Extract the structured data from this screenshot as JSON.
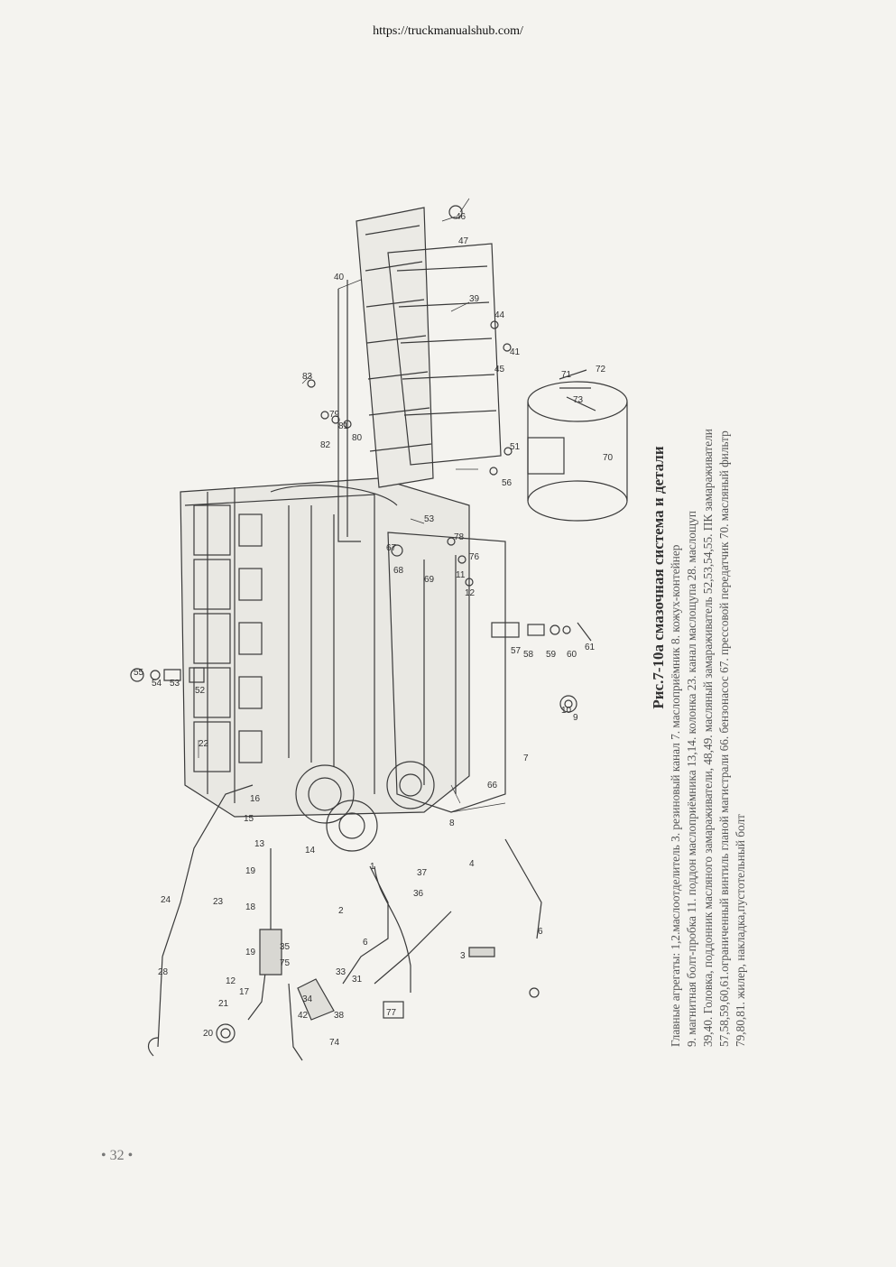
{
  "header": {
    "url": "https://truckmanualshub.com/"
  },
  "figure": {
    "title": "Рис.7-10а    смазочная система и детали",
    "caption_lines": [
      "Главные агрегаты: 1,2.маслоотделитель   3. резиновый канал   7. маслоприёмник   8. кожух-контейнер",
      "9. магнитная болт-пробка   11. поддон маслоприёмника   13,14. колонка   23. канал маслощупа   28. маслощуп",
      "39,40. Головка, поддонник масляного замараживатели,   48,49. масляный замараживатель   52,53,54,55. ПК замараживатели",
      "57,58,59,60,61.ограниченный винтиль гланой магистрали   66. бензонасос   67. прессовой передатчик   70. масляный фильтр",
      "79,80,81. жилер, накладка,пустотельный болт"
    ],
    "part_labels": [
      "1",
      "2",
      "3",
      "4",
      "6",
      "6",
      "7",
      "8",
      "9",
      "10",
      "11",
      "12",
      "12",
      "13",
      "14",
      "15",
      "16",
      "17",
      "18",
      "19",
      "19",
      "20",
      "21",
      "22",
      "23",
      "24",
      "28",
      "31",
      "33",
      "34",
      "35",
      "36",
      "37",
      "38",
      "39",
      "40",
      "41",
      "42",
      "44",
      "45",
      "46",
      "47",
      "51",
      "52",
      "53",
      "53",
      "54",
      "55",
      "56",
      "57",
      "58",
      "59",
      "60",
      "61",
      "66",
      "67",
      "68",
      "69",
      "70",
      "71",
      "72",
      "73",
      "74",
      "75",
      "76",
      "77",
      "78",
      "79",
      "80",
      "81",
      "82",
      "83"
    ]
  },
  "footer": {
    "page_number": "• 32 •"
  }
}
